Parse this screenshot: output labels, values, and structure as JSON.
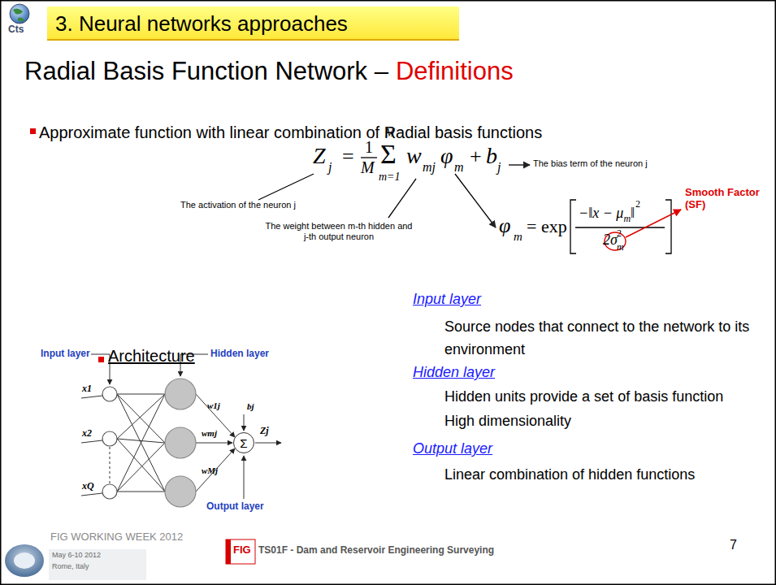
{
  "diagram": {
    "title": "3. Neural networks approaches",
    "nodes": [
      {
        "text": [
          "Σ"
        ]
      }
    ],
    "labels": [
      "Cts",
      "Radial Basis Function Network –",
      "Definitions",
      "Approximate function with linear combination of Radial basis functions",
      "Z",
      "j",
      "=",
      "1",
      "M",
      "Σ",
      "M",
      "m=1",
      "w",
      "mj",
      "φ",
      "m",
      "+",
      "b",
      "j",
      "The bias term of the neuron j",
      "The activation of the neuron j",
      "The weight between m-th hidden and j-th output neuron",
      "φ",
      "m",
      "= exp",
      "−‖x − μ",
      "m",
      "‖",
      "2",
      "2σ",
      "m",
      "2",
      "Smooth Factor (SF)",
      "Architecture",
      "Input layer",
      "Hidden layer",
      "x1",
      "x2",
      "xQ",
      "w1j",
      "wmj",
      "wMj",
      "bj",
      "Zj",
      "Output layer",
      "Input layer",
      "Source nodes that connect to the network to its environment",
      "Hidden layer",
      "Hidden units provide a set of basis function",
      "High dimensionality",
      "Output layer",
      "Linear combination of hidden functions",
      "FIG WORKING WEEK 2012",
      "May 6-10 2012",
      "Rome, Italy",
      "FIG",
      "TS01F - Dam and Reservoir Engineering Surveying",
      "7"
    ]
  }
}
